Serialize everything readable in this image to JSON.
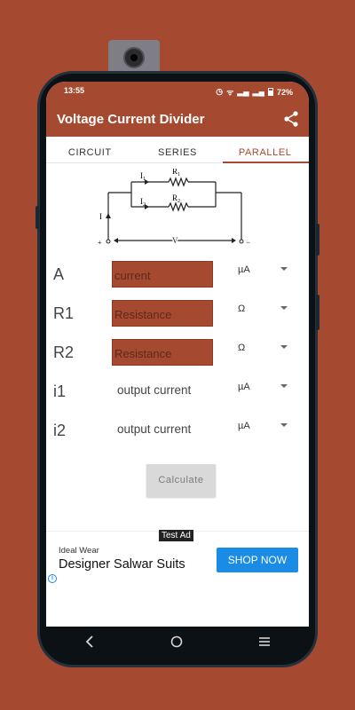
{
  "status": {
    "time": "13:55",
    "battery": "72%"
  },
  "app": {
    "title": "Voltage Current Divider",
    "share_icon": "share-icon"
  },
  "tabs": [
    {
      "label": "CIRCUIT",
      "active": false
    },
    {
      "label": "SERIES",
      "active": false
    },
    {
      "label": "PARALLEL",
      "active": true
    }
  ],
  "diagram": {
    "i1": "I",
    "i1_sub": "1",
    "r1": "R",
    "r1_sub": "1",
    "i2": "I",
    "i2_sub": "2",
    "r2": "R",
    "r2_sub": "2",
    "i": "I",
    "v": "V",
    "plus": "+",
    "minus": "−"
  },
  "form": {
    "rows": [
      {
        "label": "A",
        "placeholder": "current",
        "unit": "µA"
      },
      {
        "label": "R1",
        "placeholder": "Resistance",
        "unit": "Ω"
      },
      {
        "label": "R2",
        "placeholder": "Resistance",
        "unit": "Ω"
      },
      {
        "label": "i1",
        "output": "output current",
        "unit": "µA"
      },
      {
        "label": "i2",
        "output": "output current",
        "unit": "µA"
      }
    ],
    "calculate": "Calculate"
  },
  "ad": {
    "badge": "Test Ad",
    "advertiser": "Ideal Wear",
    "headline": "Designer Salwar Suits",
    "cta": "SHOP NOW"
  },
  "colors": {
    "primary": "#a54a30",
    "cta": "#1a8ce6"
  }
}
